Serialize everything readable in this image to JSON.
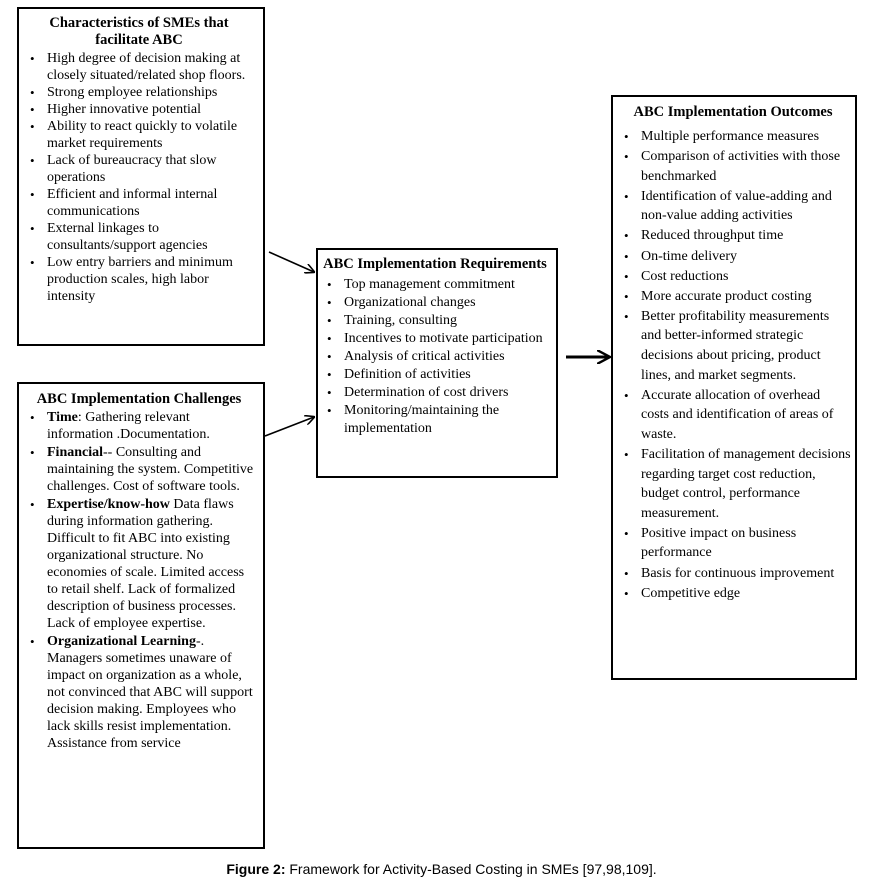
{
  "boxes": {
    "characteristics": {
      "title": "Characteristics of SMEs that facilitate ABC",
      "items": [
        "High degree of decision making at closely situated/related shop floors.",
        "Strong employee relationships",
        "Higher innovative potential",
        "Ability to react quickly to volatile market requirements",
        "Lack of bureaucracy that slow operations",
        "Efficient and informal internal communications",
        "External linkages to consultants/support agencies",
        "Low entry barriers and minimum production scales, high labor intensity"
      ]
    },
    "challenges": {
      "title": "ABC Implementation Challenges",
      "items": [
        {
          "label": "Time",
          "text": ": Gathering relevant information .Documentation."
        },
        {
          "label": "Financial",
          "text": "-- Consulting and maintaining the system. Competitive challenges. Cost of software tools."
        },
        {
          "label": "Expertise/know-how",
          "text": " Data flaws during information gathering. Difficult to fit ABC into existing organizational structure. No economies of scale. Limited access to retail shelf. Lack of formalized description of business processes. Lack of employee expertise."
        },
        {
          "label": "Organizational Learning",
          "text": "-. Managers sometimes unaware of impact on organization as a whole, not convinced that ABC will support decision making. Employees who lack skills resist implementation. Assistance from service"
        }
      ]
    },
    "requirements": {
      "title": "ABC Implementation Requirements",
      "items": [
        "Top management commitment",
        "Organizational changes",
        "Training, consulting",
        "Incentives to motivate participation",
        "Analysis of critical activities",
        "Definition of activities",
        "Determination of cost drivers",
        "Monitoring/maintaining the implementation"
      ]
    },
    "outcomes": {
      "title": "ABC Implementation Outcomes",
      "items": [
        "Multiple performance measures",
        "Comparison of activities with those benchmarked",
        "Identification of value-adding and non-value adding activities",
        "Reduced throughput time",
        "On-time delivery",
        "Cost reductions",
        "More accurate product costing",
        "Better profitability measurements and better-informed strategic decisions about pricing, product lines, and market segments.",
        "Accurate allocation of overhead costs and identification of areas of waste.",
        "Facilitation of management decisions regarding target cost reduction, budget control, performance measurement.",
        "Positive impact on business performance",
        "Basis for continuous improvement",
        "Competitive edge"
      ]
    }
  },
  "caption": {
    "label": "Figure 2:",
    "text": " Framework for Activity-Based Costing in SMEs [97,98,109]."
  }
}
